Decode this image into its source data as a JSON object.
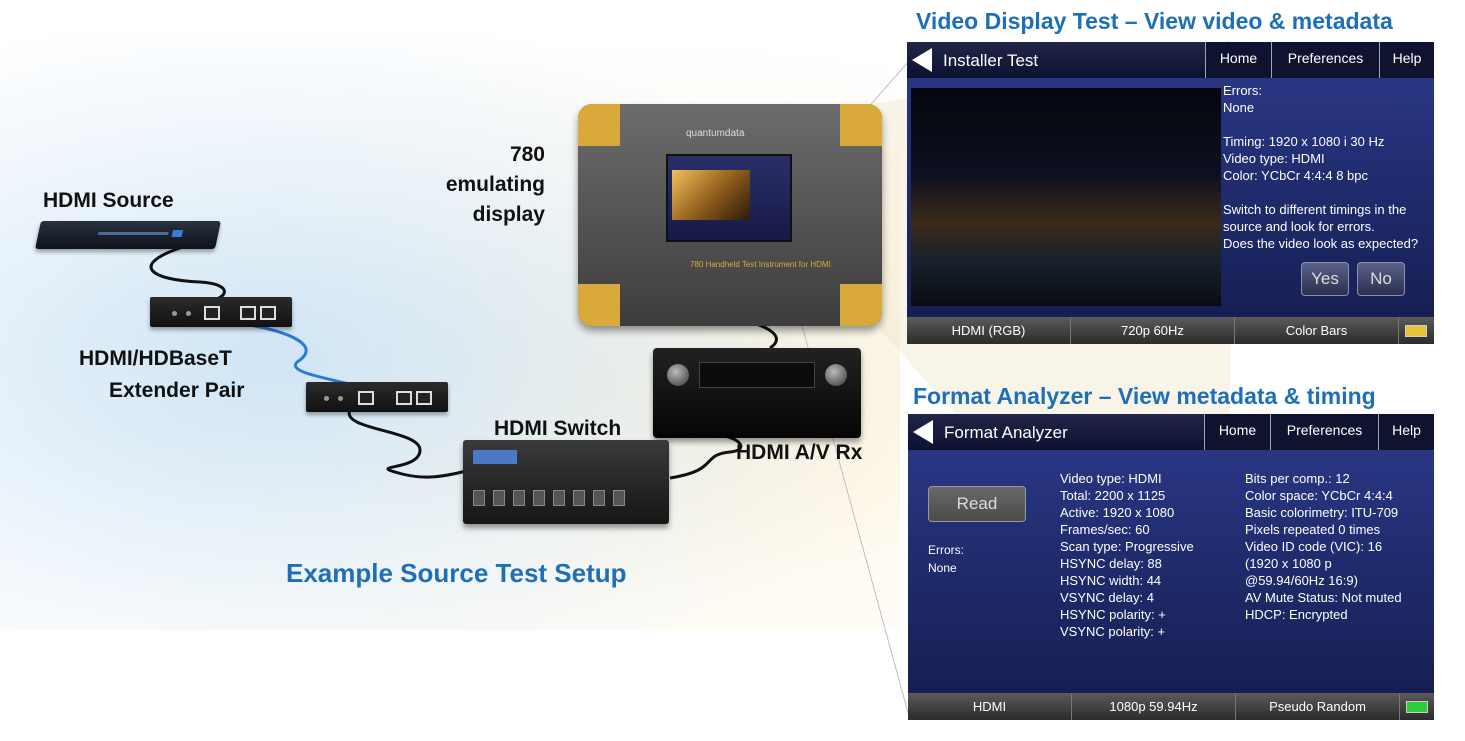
{
  "labels": {
    "hdmi_source": "HDMI Source",
    "extender_line1": "HDMI/HDBaseT",
    "extender_line2": "Extender Pair",
    "emulator_line1": "780",
    "emulator_line2": "emulating",
    "emulator_line3": "display",
    "switch": "HDMI Switch",
    "avr": "HDMI A/V Rx",
    "caption": "Example Source Test Setup",
    "brand": "quantumdata",
    "model": "780 Handheld Test Instrument for HDMI"
  },
  "video_test": {
    "heading": "Video Display Test – View video & metadata",
    "title": "Installer Test",
    "tabs": [
      "Home",
      "Preferences",
      "Help"
    ],
    "errors_label": "Errors:",
    "errors_value": "None",
    "timing": "Timing: 1920 x 1080 i 30 Hz",
    "video_type": "Video type: HDMI",
    "color": "Color: YCbCr 4:4:4 8 bpc",
    "instr1": "Switch to different timings in the",
    "instr2": "source and look for errors.",
    "instr3": "Does the video look as expected?",
    "yes": "Yes",
    "no": "No",
    "bottom": [
      "HDMI (RGB)",
      "720p 60Hz",
      "Color Bars"
    ],
    "battery_color": "#e8c23a"
  },
  "format_analyzer": {
    "heading": "Format Analyzer – View metadata & timing",
    "title": "Format Analyzer",
    "tabs": [
      "Home",
      "Preferences",
      "Help"
    ],
    "read": "Read",
    "errors_label": "Errors:",
    "errors_value": "None",
    "col1": [
      "Video type: HDMI",
      "Total: 2200 x 1125",
      "Active: 1920 x 1080",
      "Frames/sec: 60",
      "Scan type: Progressive",
      "HSYNC delay: 88",
      "HSYNC width: 44",
      "VSYNC delay: 4",
      "HSYNC polarity: +",
      "VSYNC polarity: +"
    ],
    "col2": [
      "Bits per comp.: 12",
      "Color space: YCbCr 4:4:4",
      "Basic colorimetry: ITU-709",
      "Pixels repeated 0 times",
      "Video ID code (VIC): 16",
      "(1920 x 1080 p",
      "@59.94/60Hz 16:9)",
      "AV Mute Status: Not muted",
      "HDCP: Encrypted"
    ],
    "bottom": [
      "HDMI",
      "1080p 59.94Hz",
      "Pseudo Random"
    ],
    "battery_color": "#2fcc3a"
  },
  "colors": {
    "heading_blue": "#1d6fb8",
    "cable_blue": "#2b7cd3",
    "cable_black": "#111111"
  }
}
